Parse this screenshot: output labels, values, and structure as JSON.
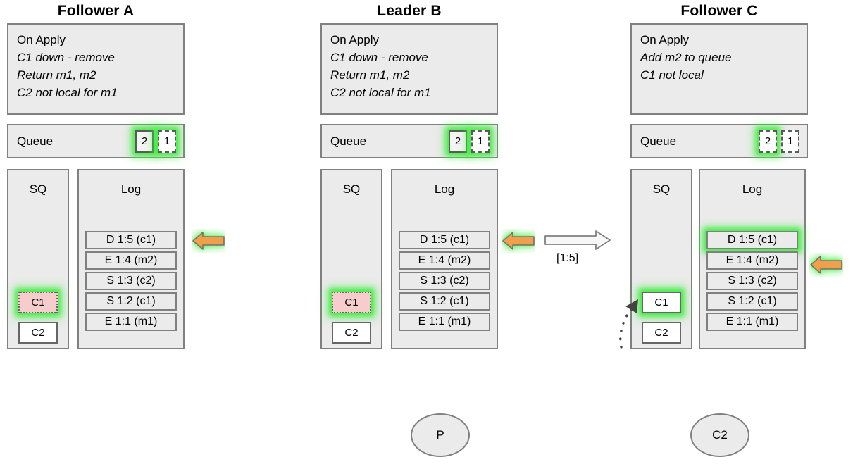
{
  "diagram": {
    "type": "replication-state-diagram",
    "nodes": [
      {
        "id": "follower-a",
        "title": "Follower A",
        "apply": {
          "header": "On Apply",
          "lines": [
            "C1 down - remove",
            "Return m1, m2",
            "C2 not local for m1"
          ]
        },
        "queue": {
          "label": "Queue",
          "slots": [
            {
              "value": "2",
              "style": "solid",
              "glow": true
            },
            {
              "value": "1",
              "style": "dashed",
              "glow": true
            }
          ]
        },
        "sq": {
          "title": "SQ",
          "items": [
            {
              "value": "C1",
              "style": "pink-dotted",
              "glow": true
            },
            {
              "value": "C2",
              "style": "solid",
              "glow": false
            }
          ]
        },
        "log": {
          "title": "Log",
          "entries": [
            {
              "value": "D 1:5 (c1)",
              "glow": false
            },
            {
              "value": "E 1:4 (m2)",
              "glow": false
            },
            {
              "value": "S 1:3 (c2)",
              "glow": false
            },
            {
              "value": "S 1:2 (c1)",
              "glow": false
            },
            {
              "value": "E 1:1 (m1)",
              "glow": false
            }
          ]
        },
        "pointer": {
          "icon": "left-arrow-icon",
          "target": "D 1:5 (c1)",
          "color": "#f0a048",
          "glow": true
        }
      },
      {
        "id": "leader-b",
        "title": "Leader B",
        "apply": {
          "header": "On Apply",
          "lines": [
            "C1 down - remove",
            "Return m1, m2",
            "C2 not local for m1"
          ]
        },
        "queue": {
          "label": "Queue",
          "slots": [
            {
              "value": "2",
              "style": "solid",
              "glow": true
            },
            {
              "value": "1",
              "style": "dashed",
              "glow": true
            }
          ]
        },
        "sq": {
          "title": "SQ",
          "items": [
            {
              "value": "C1",
              "style": "pink-dotted",
              "glow": true
            },
            {
              "value": "C2",
              "style": "solid",
              "glow": false
            }
          ]
        },
        "log": {
          "title": "Log",
          "entries": [
            {
              "value": "D 1:5 (c1)",
              "glow": false
            },
            {
              "value": "E 1:4 (m2)",
              "glow": false
            },
            {
              "value": "S 1:3 (c2)",
              "glow": false
            },
            {
              "value": "S 1:2 (c1)",
              "glow": false
            },
            {
              "value": "E 1:1 (m1)",
              "glow": false
            }
          ]
        },
        "pointer": {
          "icon": "left-arrow-icon",
          "target": "D 1:5 (c1)",
          "color": "#f0a048",
          "glow": true
        }
      },
      {
        "id": "follower-c",
        "title": "Follower C",
        "apply": {
          "header": "On Apply",
          "lines": [
            "Add m2 to queue",
            "C1 not local"
          ]
        },
        "queue": {
          "label": "Queue",
          "slots": [
            {
              "value": "2",
              "style": "dashed",
              "glow": true
            },
            {
              "value": "1",
              "style": "dashed",
              "glow": false
            }
          ]
        },
        "sq": {
          "title": "SQ",
          "items": [
            {
              "value": "C1",
              "style": "solid",
              "glow": true
            },
            {
              "value": "C2",
              "style": "solid",
              "glow": false
            }
          ]
        },
        "log": {
          "title": "Log",
          "entries": [
            {
              "value": "D 1:5 (c1)",
              "glow": true
            },
            {
              "value": "E 1:4 (m2)",
              "glow": false
            },
            {
              "value": "S 1:3 (c2)",
              "glow": false
            },
            {
              "value": "S 1:2 (c1)",
              "glow": false
            },
            {
              "value": "E 1:1 (m1)",
              "glow": false
            }
          ]
        },
        "pointer": {
          "icon": "left-arrow-icon",
          "target": "E 1:4 (m2)",
          "color": "#f0a048",
          "glow": true
        }
      }
    ],
    "replication_arrow": {
      "icon": "right-arrow-icon",
      "label": "[1:5]",
      "from": "leader-b",
      "to": "follower-c"
    },
    "clients": [
      {
        "id": "client-p",
        "label": "P"
      },
      {
        "id": "client-c2",
        "label": "C2"
      }
    ],
    "colors": {
      "accent_arrow": "#f0a048",
      "glow": "#3ceb3c",
      "panel_fill": "#ebebeb",
      "panel_border": "#808080",
      "pending_fill": "#f6cccc"
    }
  }
}
